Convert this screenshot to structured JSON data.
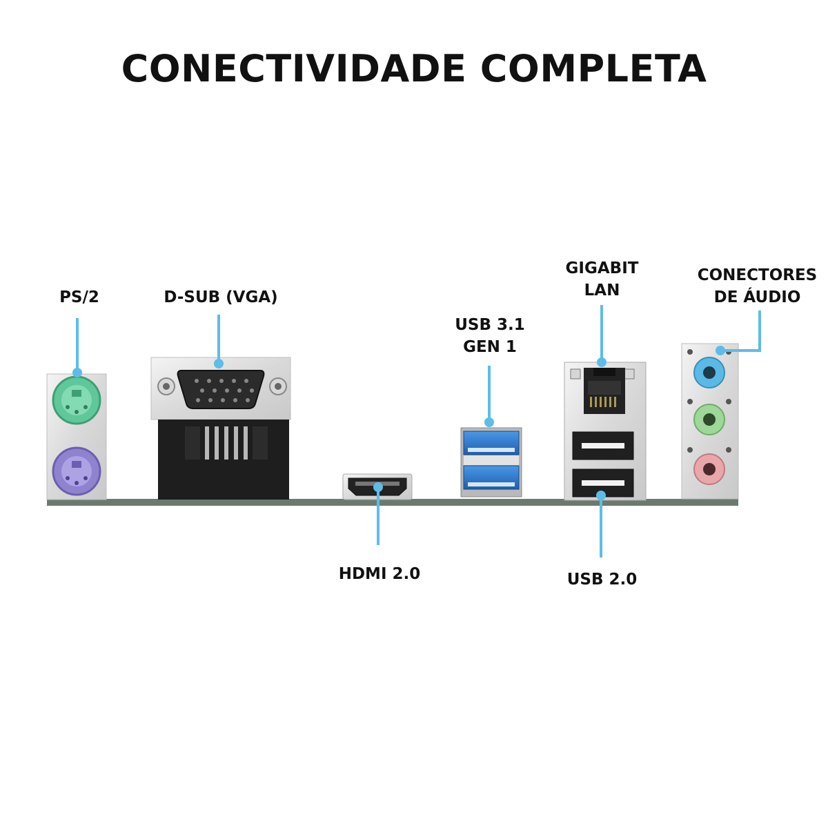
{
  "title": "CONECTIVIDADE COMPLETA",
  "colors": {
    "callout_line": "#5cbde8",
    "ps2_keyboard": "#6fcf9f",
    "ps2_mouse": "#9b8fd6",
    "usb3": "#2f7fd0",
    "audio_line_in": "#5ab9e6",
    "audio_line_out": "#9fd69a",
    "audio_mic": "#e8a7ab",
    "plate": "#e6e6e6",
    "baseline": "#6c7a6e"
  },
  "labels": {
    "ps2": [
      "PS/2"
    ],
    "vga": [
      "D-SUB (VGA)"
    ],
    "usb31": [
      "USB 3.1",
      "GEN 1"
    ],
    "lan": [
      "GIGABIT",
      "LAN"
    ],
    "audio": [
      "CONECTORES",
      "DE ÁUDIO"
    ],
    "hdmi": [
      "HDMI 2.0"
    ],
    "usb20": [
      "USB 2.0"
    ]
  }
}
